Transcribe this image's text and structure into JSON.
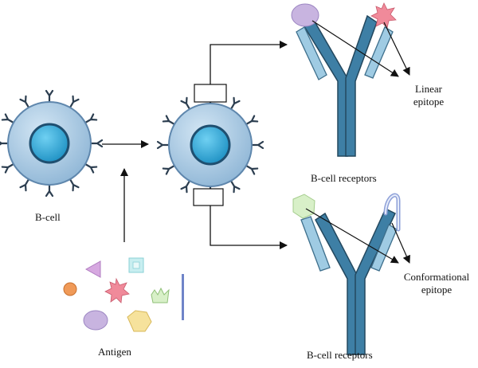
{
  "labels": {
    "bcell": "B-cell",
    "antigen": "Antigen",
    "receptors_top": "B-cell receptors",
    "receptors_bottom": "B-cell receptors",
    "linear_epitope_line1": "Linear",
    "linear_epitope_line2": "epitope",
    "conformational_epitope_line1": "Conformational",
    "conformational_epitope_line2": "epitope"
  },
  "colors": {
    "cell_outer": "#a7c8e3",
    "cell_outer_stroke": "#5f87ad",
    "nucleus": "#2fa6d6",
    "nucleus_stroke": "#1f4f70",
    "receptor_dark": "#2c3e50",
    "antibody_heavy": "#3e7fa5",
    "antibody_heavy_stroke": "#23485f",
    "antibody_light": "#9fcbe3",
    "line": "#111111"
  }
}
